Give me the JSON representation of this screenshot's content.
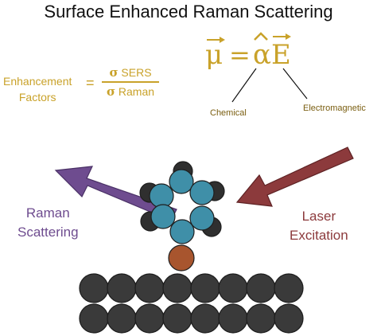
{
  "title": "Surface Enhanced Raman Scattering",
  "enhancement": {
    "label_line1": "Enhancement",
    "label_line2": "Factors",
    "equals": "=",
    "numerator": "SERS",
    "denominator": "Raman",
    "sigma": "σ"
  },
  "equation": {
    "lhs": "μ",
    "equals": "=",
    "alpha": "α",
    "field": "E"
  },
  "branches": {
    "chemical": "Chemical",
    "electromagnetic": "Electromagnetic"
  },
  "raman_label": {
    "line1": "Raman",
    "line2": "Scattering"
  },
  "laser_label": {
    "line1": "Laser",
    "line2": "Excitation"
  },
  "colors": {
    "gold": "#C9A22A",
    "purple_arrow": "#6E4C8F",
    "red_arrow": "#8C3A3C",
    "teal_atom": "#3F8FA8",
    "dark_atom": "#2F2F2F",
    "copper_atom": "#A8552E",
    "substrate": "#3A3A3A"
  }
}
